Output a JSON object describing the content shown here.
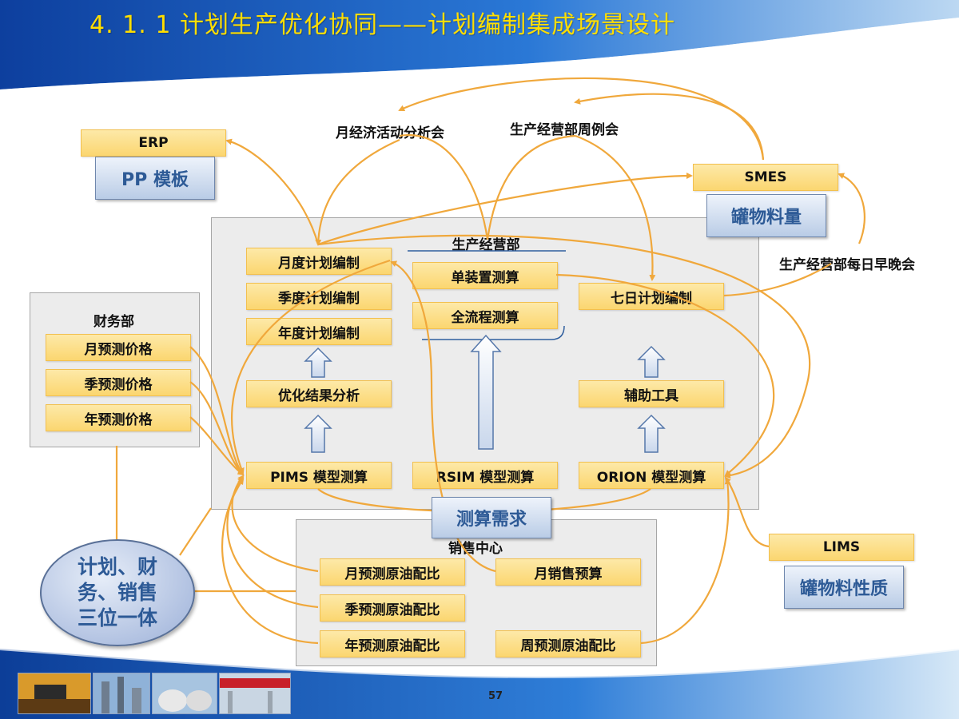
{
  "title": "4. 1. 1  计划生产优化协同——计划编制集成场景设计",
  "page_number": "57",
  "meetings": {
    "monthly": "月经济活动分析会",
    "weekly": "生产经营部周例会",
    "daily": "生产经营部每日早晚会"
  },
  "systems": {
    "erp": "ERP",
    "pp_template": "PP 模板",
    "smes": "SMES",
    "tank_material": "罐物料量",
    "lims": "LIMS",
    "tank_quality": "罐物料性质"
  },
  "production_dept": {
    "title": "生产经营部",
    "monthly_plan": "月度计划编制",
    "quarterly_plan": "季度计划编制",
    "annual_plan": "年度计划编制",
    "single_unit_calc": "单装置测算",
    "full_process_calc": "全流程测算",
    "seven_day_plan": "七日计划编制",
    "optimization_analysis": "优化结果分析",
    "aux_tools": "辅助工具",
    "pims_calc": "PIMS 模型测算",
    "rsim_calc": "RSIM 模型测算",
    "orion_calc": "ORION 模型测算"
  },
  "calc_demand": "测算需求",
  "finance_dept": {
    "title": "财务部",
    "monthly_price": "月预测价格",
    "quarterly_price": "季预测价格",
    "annual_price": "年预测价格"
  },
  "sales_center": {
    "title": "销售中心",
    "monthly_crude_blend": "月预测原油配比",
    "monthly_sales_budget": "月销售预算",
    "quarterly_crude_blend": "季预测原油配比",
    "annual_crude_blend": "年预测原油配比",
    "weekly_crude_blend": "周预测原油配比"
  },
  "integration": "计划、财务、销售三位一体",
  "colors": {
    "title": "#ffde00",
    "arrow": "#f0a83c",
    "box_fill": "#fbd670",
    "blue_text": "#2d5a96",
    "header_blue": "#1f64c8"
  }
}
